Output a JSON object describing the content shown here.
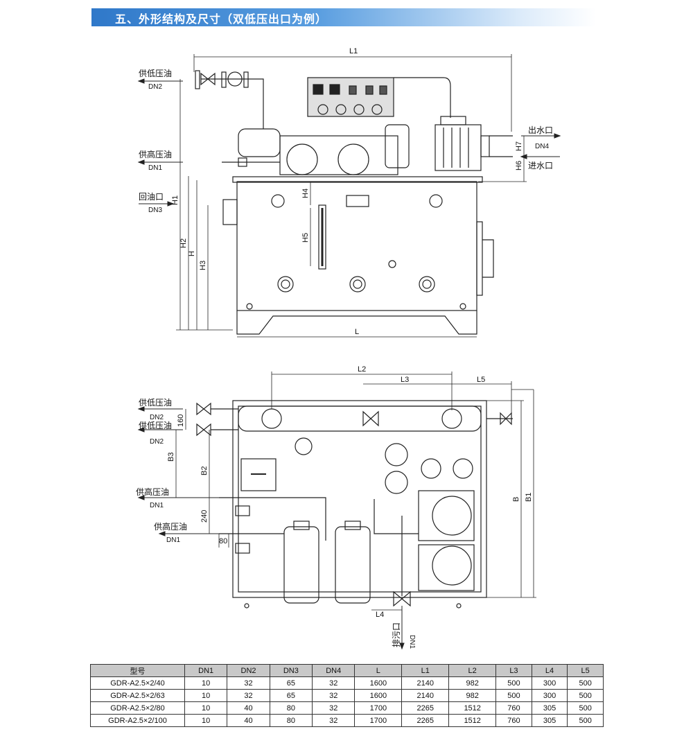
{
  "header": {
    "title": "五、外形结构及尺寸（双低压出口为例）"
  },
  "front_view": {
    "labels": {
      "low_oil": "供低压油",
      "high_oil": "供高压油",
      "return_oil": "回油口",
      "water_out": "出水口",
      "water_in": "进水口",
      "dn1": "DN1",
      "dn2": "DN2",
      "dn3": "DN3",
      "dn4": "DN4"
    },
    "dims": {
      "L1": "L1",
      "L": "L",
      "H": "H",
      "H1": "H1",
      "H2": "H2",
      "H3": "H3",
      "H4": "H4",
      "H5": "H5",
      "H6": "H6",
      "H7": "H7"
    }
  },
  "top_view": {
    "labels": {
      "low_oil_1": "供低压油",
      "low_oil_2": "供低压油",
      "high_oil_1": "供高压油",
      "high_oil_2": "供高压油",
      "drain": "排污口",
      "dn1": "DN1",
      "dn2": "DN2"
    },
    "dims": {
      "L2": "L2",
      "L3": "L3",
      "L4": "L4",
      "L5": "L5",
      "B": "B",
      "B1": "B1",
      "B2": "B2",
      "B3": "B3",
      "d160": "160",
      "d240": "240",
      "d80": "80"
    }
  },
  "table": {
    "headers": [
      "型号",
      "DN1",
      "DN2",
      "DN3",
      "DN4",
      "L",
      "L1",
      "L2",
      "L3",
      "L4",
      "L5"
    ],
    "rows": [
      [
        "GDR-A2.5×2/40",
        "10",
        "32",
        "65",
        "32",
        "1600",
        "2140",
        "982",
        "500",
        "300",
        "500"
      ],
      [
        "GDR-A2.5×2/63",
        "10",
        "32",
        "65",
        "32",
        "1600",
        "2140",
        "982",
        "500",
        "300",
        "500"
      ],
      [
        "GDR-A2.5×2/80",
        "10",
        "40",
        "80",
        "32",
        "1700",
        "2265",
        "1512",
        "760",
        "305",
        "500"
      ],
      [
        "GDR-A2.5×2/100",
        "10",
        "40",
        "80",
        "32",
        "1700",
        "2265",
        "1512",
        "760",
        "305",
        "500"
      ]
    ]
  }
}
